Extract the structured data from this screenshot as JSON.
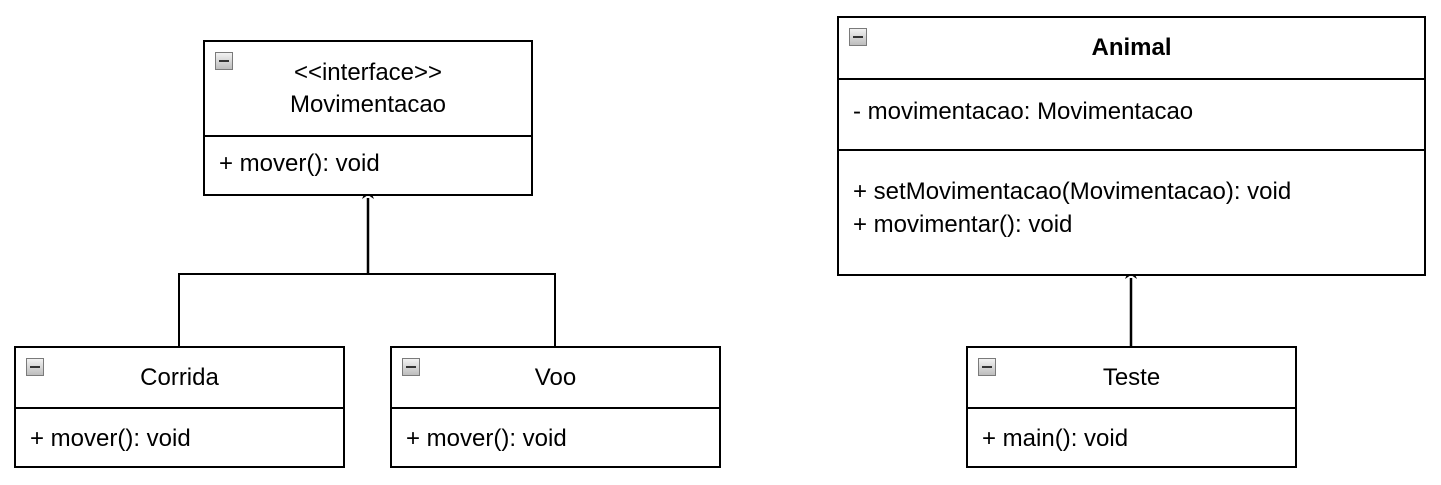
{
  "interface_class": {
    "stereotype": "<<interface>>",
    "name": "Movimentacao",
    "methods": [
      "+ mover(): void"
    ]
  },
  "corrida_class": {
    "name": "Corrida",
    "methods": [
      "+ mover(): void"
    ]
  },
  "voo_class": {
    "name": "Voo",
    "methods": [
      "+ mover(): void"
    ]
  },
  "animal_class": {
    "name": "Animal",
    "attributes": [
      "- movimentacao: Movimentacao"
    ],
    "methods": [
      "+ setMovimentacao(Movimentacao): void",
      "+ movimentar(): void"
    ]
  },
  "teste_class": {
    "name": "Teste",
    "methods": [
      "+ main(): void"
    ]
  }
}
